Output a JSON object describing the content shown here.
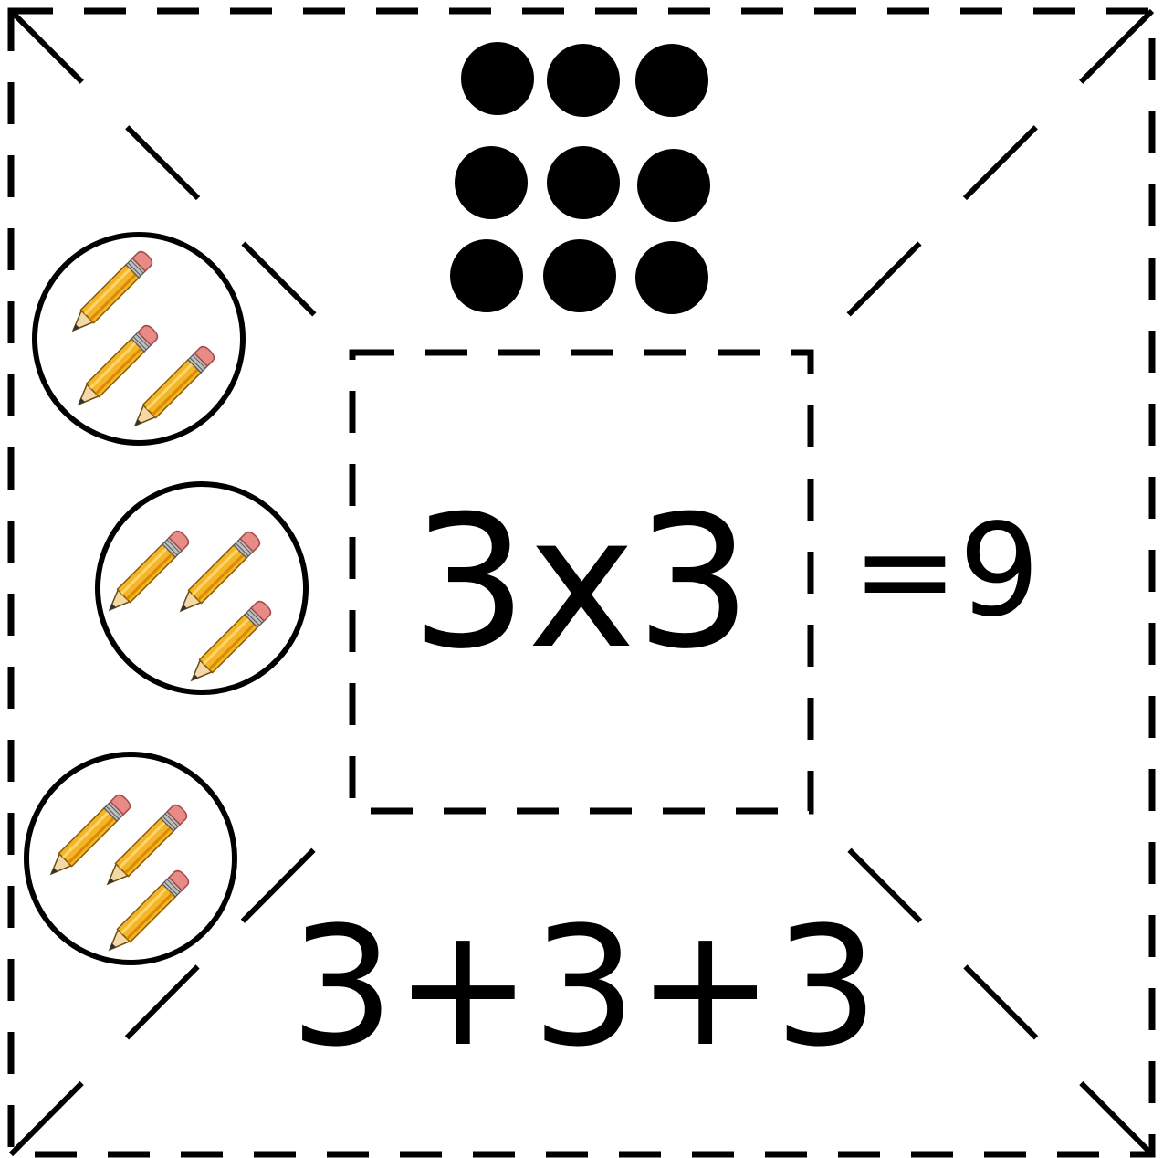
{
  "expressions": {
    "product": "3x3",
    "result": "=9",
    "sum": "3+3+3"
  },
  "dot_array": {
    "rows": 3,
    "columns": 3,
    "color": "#000000"
  },
  "groups": [
    {
      "items": 3,
      "icon": "pencil-icon"
    },
    {
      "items": 3,
      "icon": "pencil-icon"
    },
    {
      "items": 3,
      "icon": "pencil-icon"
    }
  ],
  "colors": {
    "line": "#000000",
    "pencil_body": "#f5b52a",
    "pencil_eraser": "#e88a86",
    "pencil_wood": "#f3d9a8",
    "pencil_lead": "#333333"
  }
}
